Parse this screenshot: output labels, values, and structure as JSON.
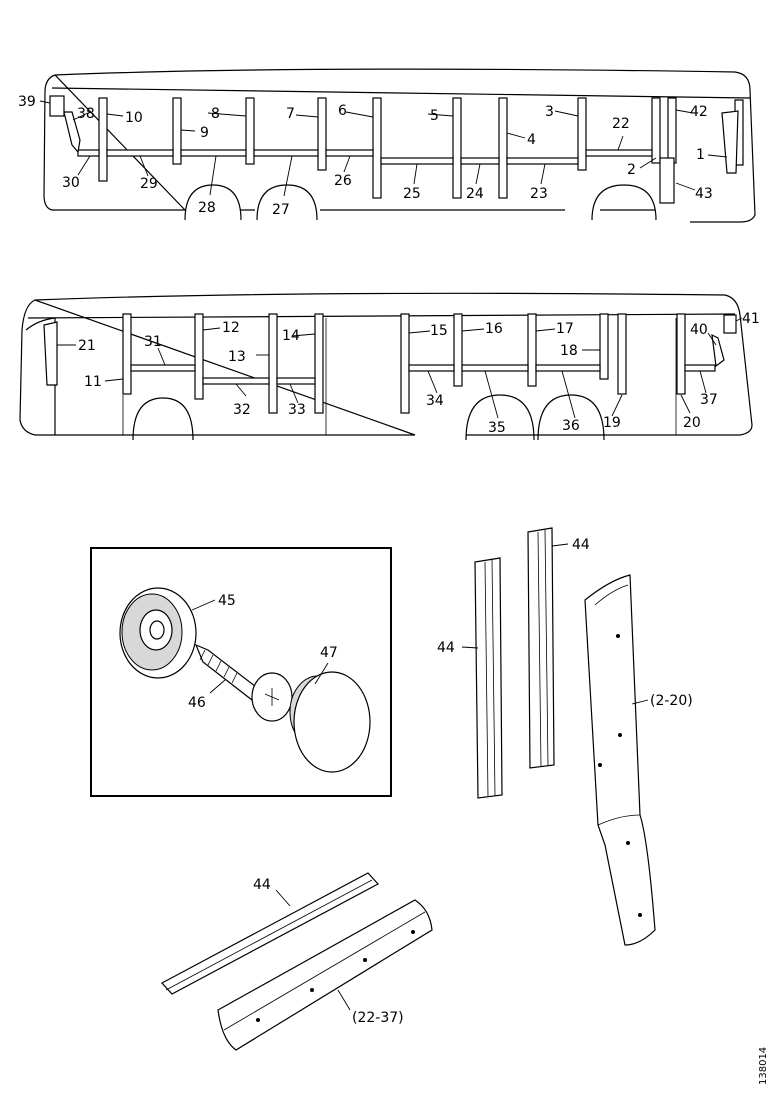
{
  "labels": {
    "p1": "1",
    "p2": "2",
    "p3": "3",
    "p4": "4",
    "p5": "5",
    "p6": "6",
    "p7": "7",
    "p8": "8",
    "p9": "9",
    "p10": "10",
    "p11": "11",
    "p12": "12",
    "p13": "13",
    "p14": "14",
    "p15": "15",
    "p16": "16",
    "p17": "17",
    "p18": "18",
    "p19": "19",
    "p20": "20",
    "p21": "21",
    "p22": "22",
    "p23": "23",
    "p24": "24",
    "p25": "25",
    "p26": "26",
    "p27": "27",
    "p28": "28",
    "p29": "29",
    "p30": "30",
    "p31": "31",
    "p32": "32",
    "p33": "33",
    "p34": "34",
    "p35": "35",
    "p36": "36",
    "p37": "37",
    "p38": "38",
    "p39": "39",
    "p40": "40",
    "p41": "41",
    "p42": "42",
    "p43": "43",
    "p44a": "44",
    "p44b": "44",
    "p44c": "44",
    "p45": "45",
    "p46": "46",
    "p47": "47",
    "range_2_20": "(2-20)",
    "range_22_37": "(22-37)"
  },
  "figure_code": "138014"
}
